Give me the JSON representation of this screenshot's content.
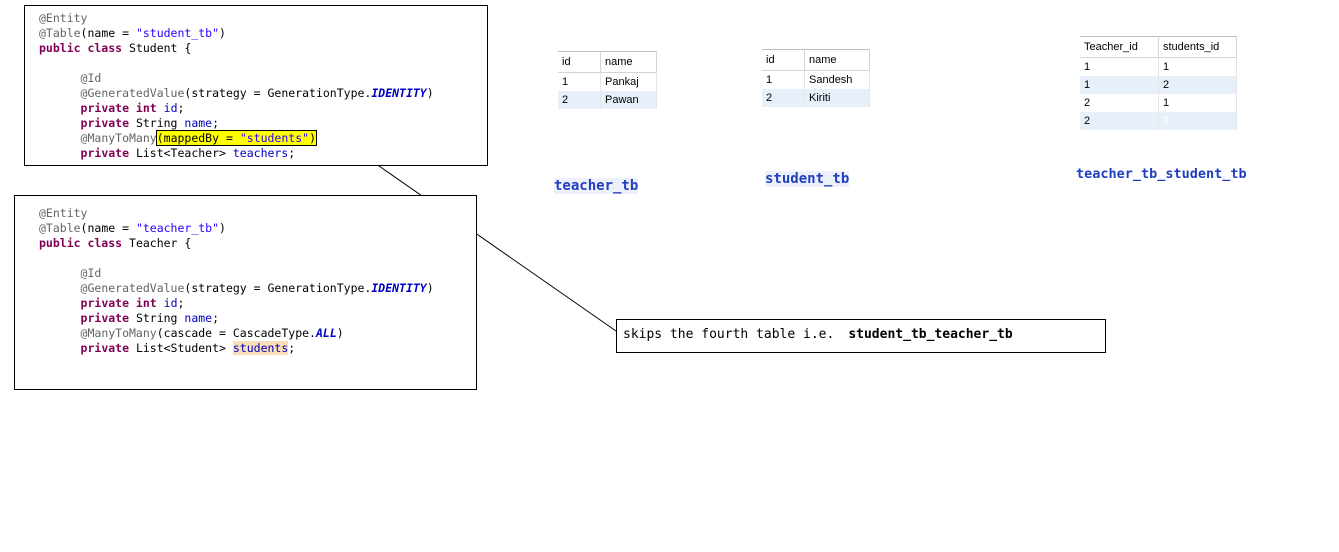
{
  "student_code": {
    "l1": "@Entity",
    "l2a": "@Table",
    "l2b": "(name = ",
    "l2c": "\"student_tb\"",
    "l2d": ")",
    "l3a": "public class",
    "l3b": " Student {",
    "l5": "@Id",
    "l6a": "@GeneratedValue",
    "l6b": "(strategy = GenerationType.",
    "l6c": "IDENTITY",
    "l6d": ")",
    "l7a": "private int",
    "l7b": " id",
    "l7c": ";",
    "l8a": "private",
    "l8b": " String ",
    "l8c": "name",
    "l8d": ";",
    "l9a": "@ManyToMany",
    "l9b": "(mappedBy = ",
    "l9c": "\"students\"",
    "l9d": ")",
    "l10a": "private",
    "l10b": " List<Teacher> ",
    "l10c": "teachers",
    "l10d": ";"
  },
  "teacher_code": {
    "l1": "@Entity",
    "l2a": "@Table",
    "l2b": "(name = ",
    "l2c": "\"teacher_tb\"",
    "l2d": ")",
    "l3a": "public class",
    "l3b": " Teacher {",
    "l5": "@Id",
    "l6a": "@GeneratedValue",
    "l6b": "(strategy = GenerationType.",
    "l6c": "IDENTITY",
    "l6d": ")",
    "l7a": "private int",
    "l7b": " id",
    "l7c": ";",
    "l8a": "private",
    "l8b": " String ",
    "l8c": "name",
    "l8d": ";",
    "l9a": "@ManyToMany",
    "l9b": "(cascade = CascadeType.",
    "l9c": "ALL",
    "l9d": ")",
    "l10a": "private",
    "l10b": " List<Student> ",
    "l10c": "students",
    "l10d": ";"
  },
  "teacher_table": {
    "headers": [
      "id",
      "name"
    ],
    "rows": [
      [
        "1",
        "Pankaj"
      ],
      [
        "2",
        "Pawan"
      ]
    ],
    "caption": "teacher_tb"
  },
  "student_table": {
    "headers": [
      "id",
      "name"
    ],
    "rows": [
      [
        "1",
        "Sandesh"
      ],
      [
        "2",
        "Kiriti"
      ]
    ],
    "caption": "student_tb"
  },
  "join_table": {
    "headers": [
      "Teacher_id",
      "students_id"
    ],
    "rows": [
      [
        "1",
        "1"
      ],
      [
        "1",
        "2"
      ],
      [
        "2",
        "1"
      ],
      [
        "2",
        "2"
      ]
    ],
    "caption": "teacher_tb_student_tb"
  },
  "note": {
    "text": "skips the fourth table i.e.",
    "bold": "student_tb_teacher_tb"
  },
  "colors": {
    "highlight_yellow": "#ffff00",
    "highlight_tan": "#f9dfb8",
    "selection_blue": "#0078d7",
    "caption_blue": "#1f3fbf"
  }
}
